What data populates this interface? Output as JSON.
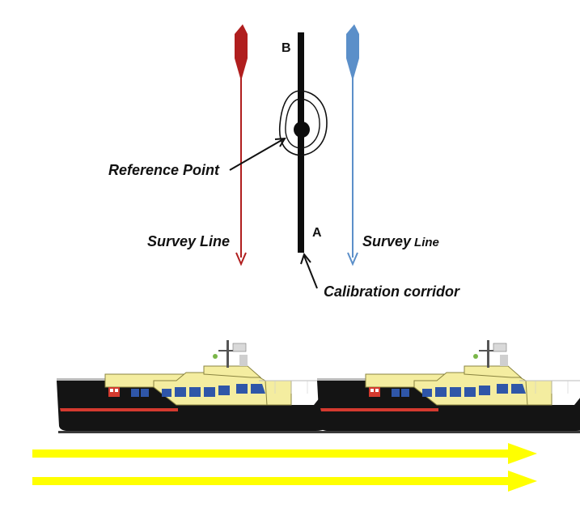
{
  "labels": {
    "point_b": "B",
    "point_a": "A",
    "reference_point": "Reference Point",
    "survey_line_left": "Survey Line",
    "survey_line_right_main": "Survey",
    "survey_line_right_small": "Line",
    "calibration_corridor": "Calibration corridor"
  },
  "colors": {
    "left_survey_line": "#b01e1e",
    "right_survey_line": "#5b8fc9",
    "corridor": "#0d0d0d",
    "arrows": "#ffff00",
    "hull": "#141414",
    "superstructure": "#f4eda0",
    "hull_stripe": "#d43a2f",
    "windows": "#2f56a8"
  },
  "icons": {
    "boats": [
      "survey-boat-icon",
      "survey-boat-icon"
    ],
    "direction_arrows": [
      "arrow-right-icon",
      "arrow-right-icon"
    ]
  }
}
